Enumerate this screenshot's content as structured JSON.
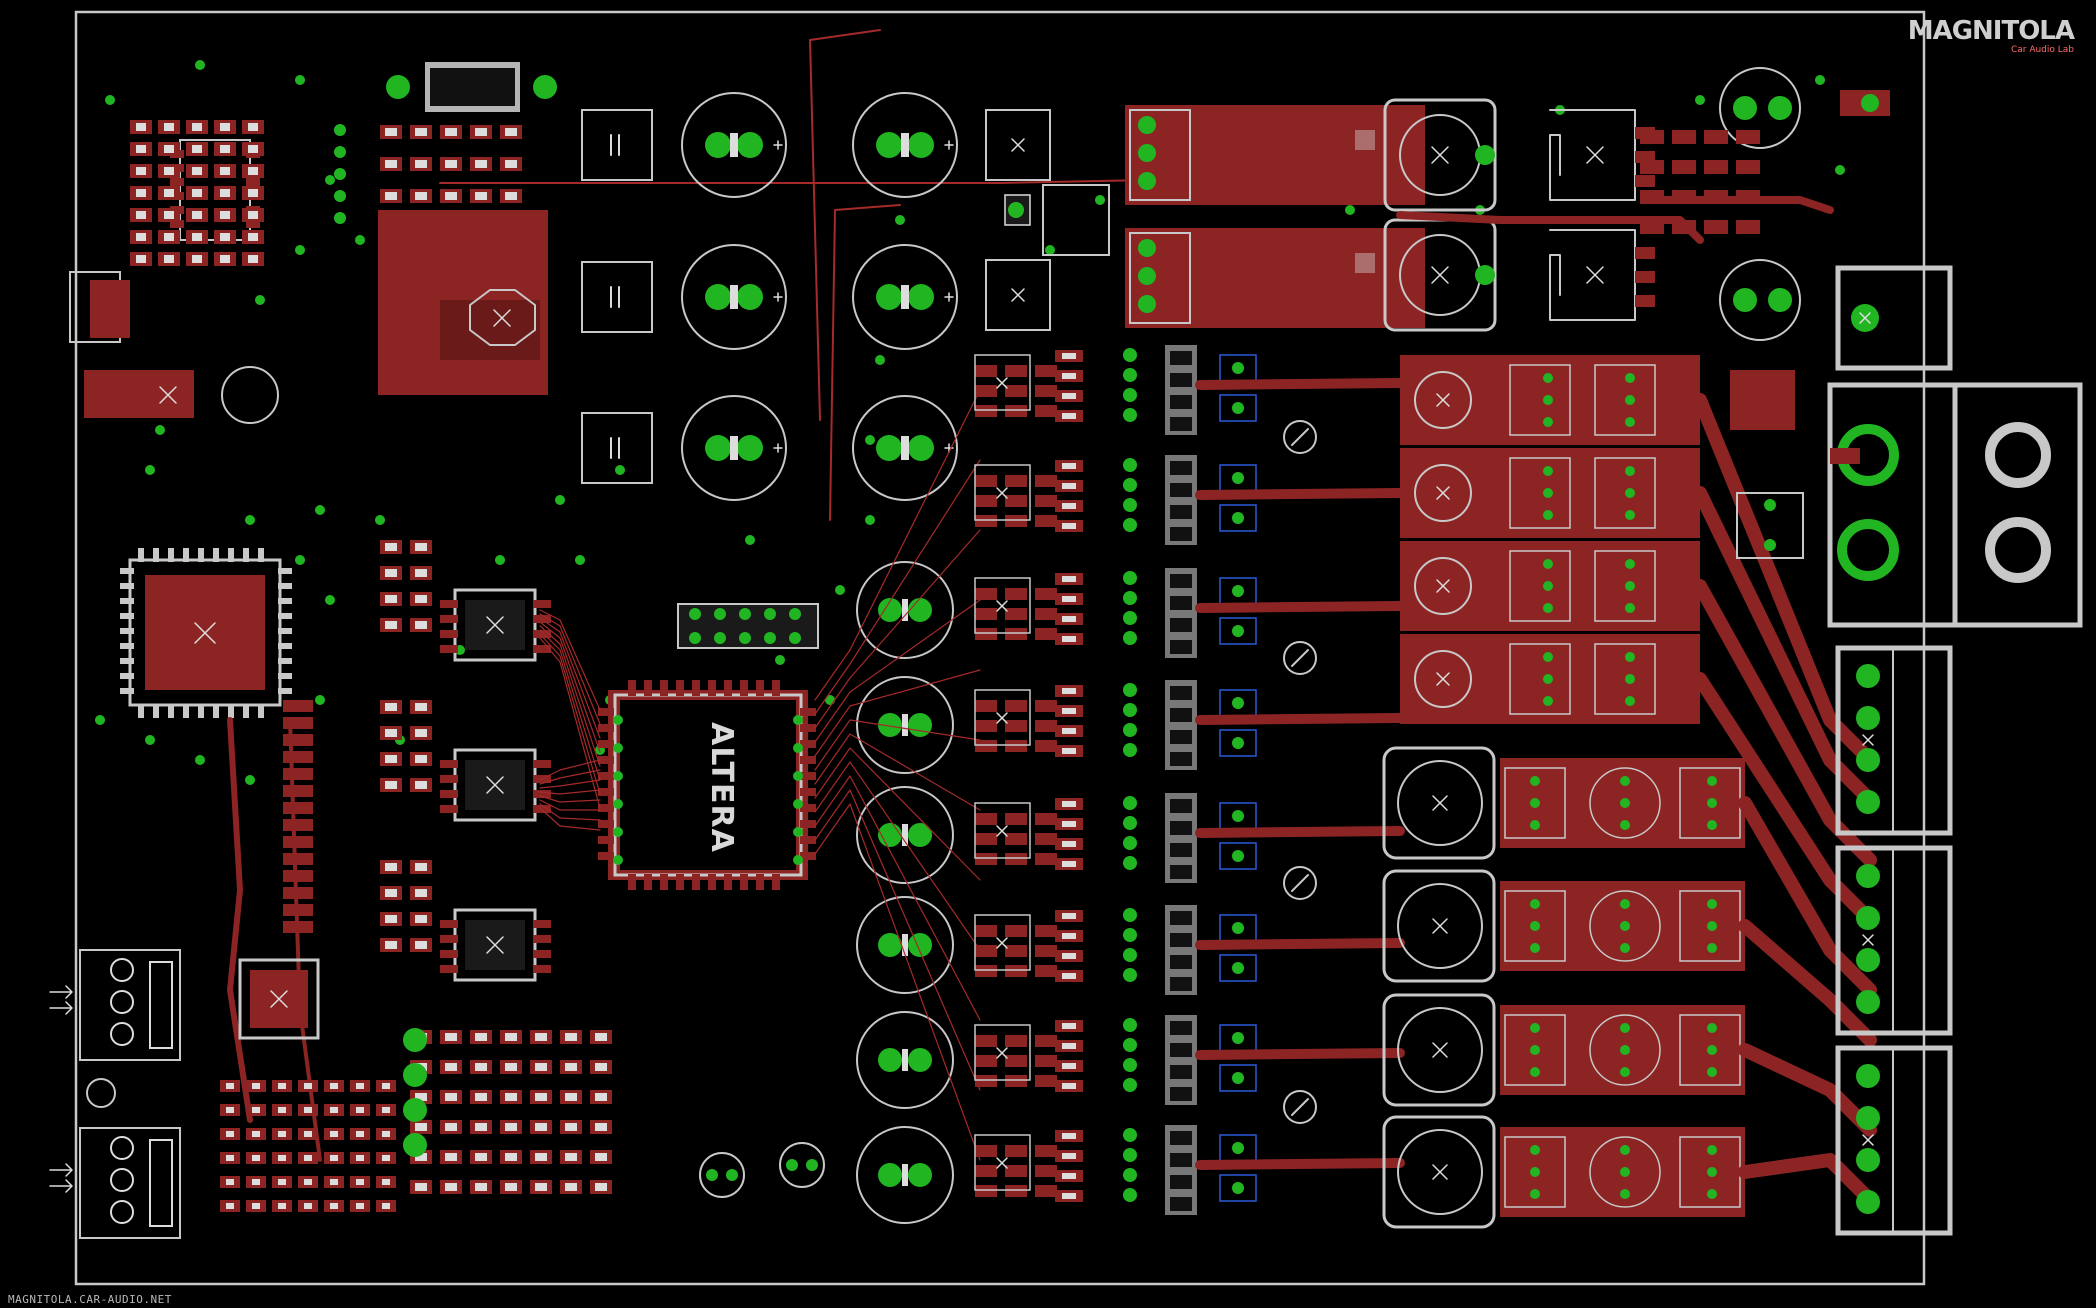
{
  "logo": {
    "name": "MAGNITOLA",
    "sub": "Car Audio Lab"
  },
  "watermark": "MAGNITOLA.CAR-AUDIO.NET",
  "chip_label": "ALTERA",
  "colors": {
    "background": "#000000",
    "copper": "#8c2424",
    "copper_dark": "#6b1a1a",
    "pad": "#22b522",
    "silkscreen": "#c8c8c8",
    "via": "#2a5bd7",
    "trace_thin": "#a52a2a"
  }
}
